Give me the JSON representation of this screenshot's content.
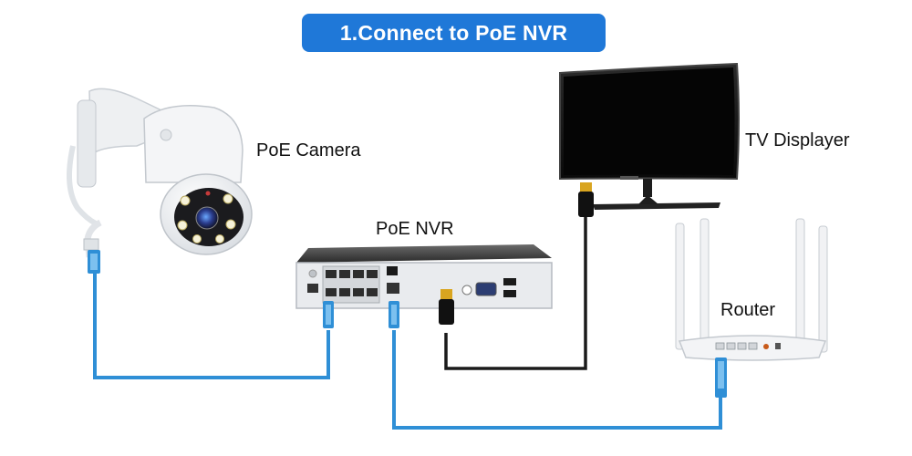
{
  "title": "1.Connect to PoE NVR",
  "devices": {
    "camera": {
      "label": "PoE Camera",
      "icon": "ptz-camera-icon"
    },
    "nvr": {
      "label": "PoE NVR",
      "icon": "nvr-recorder-icon"
    },
    "tv": {
      "label": "TV Displayer",
      "icon": "monitor-icon"
    },
    "router": {
      "label": "Router",
      "icon": "router-icon"
    }
  },
  "colors": {
    "title_bg": "#1f78d8",
    "ethernet_cable": "#2f8fd6",
    "hdmi_cable": "#1a1a1a",
    "connector_gold": "#d9a520"
  }
}
